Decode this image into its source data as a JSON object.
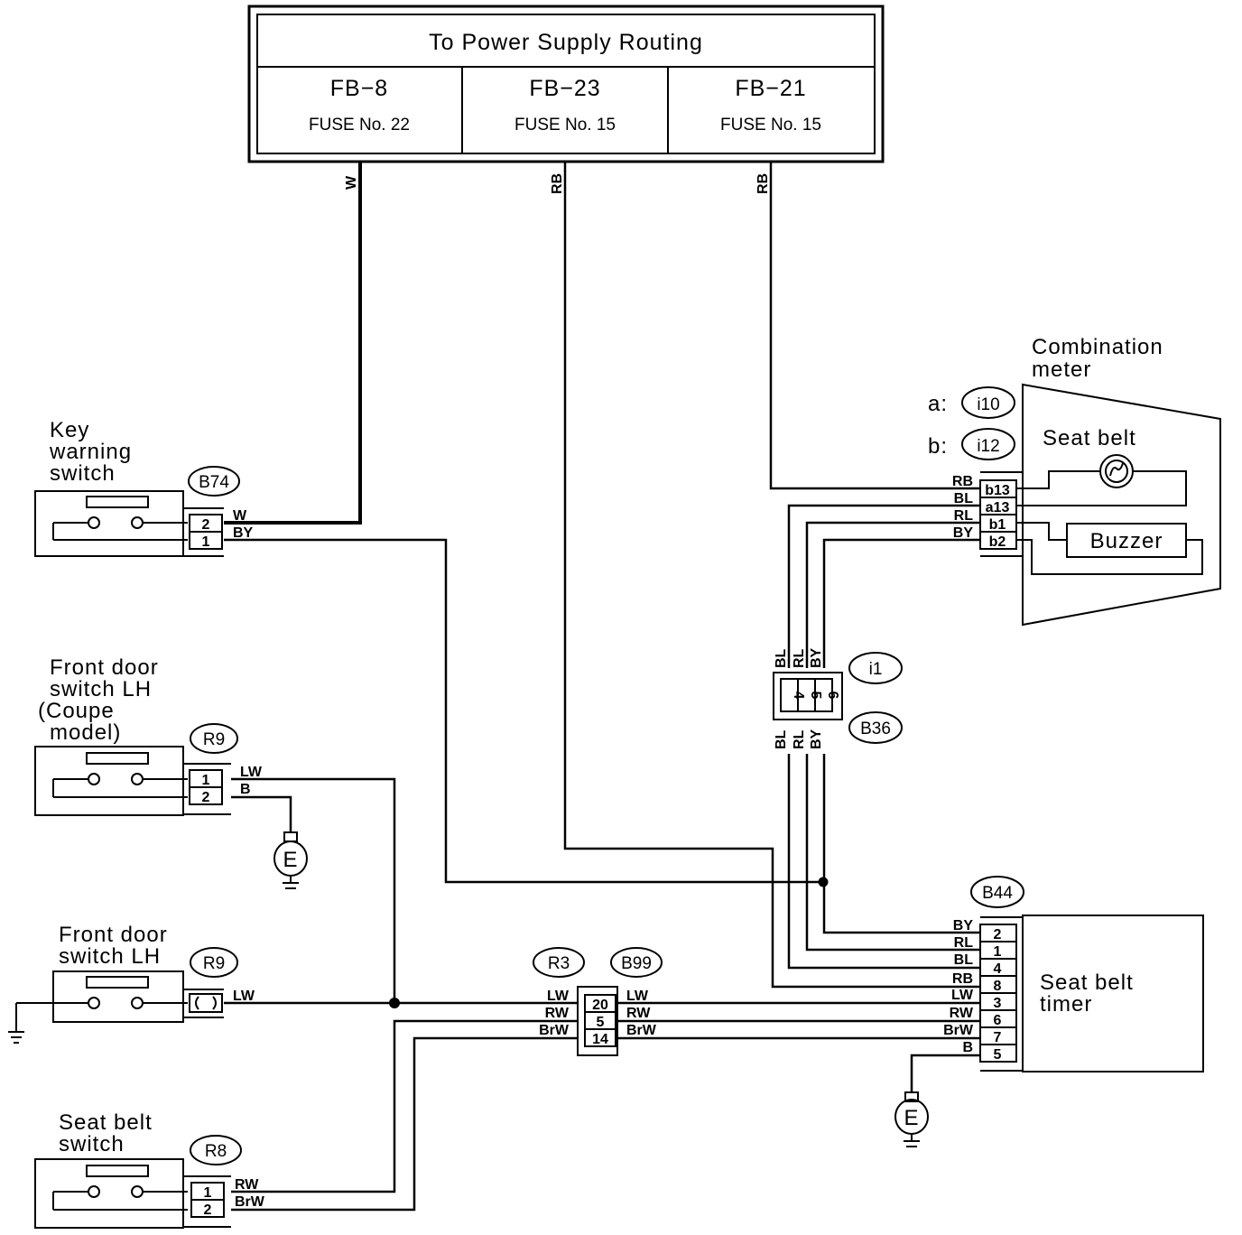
{
  "power_supply": {
    "title": "To Power Supply Routing",
    "fuses": [
      {
        "id": "FB−8",
        "fuse": "FUSE No. 22"
      },
      {
        "id": "FB−23",
        "fuse": "FUSE No. 15"
      },
      {
        "id": "FB−21",
        "fuse": "FUSE No. 15"
      }
    ]
  },
  "components": {
    "key_warning_switch": {
      "label_lines": [
        "Key",
        "warning",
        "switch"
      ],
      "connector": "B74",
      "pins": [
        "2",
        "1"
      ],
      "wires": [
        "W",
        "BY"
      ]
    },
    "front_door_coupe": {
      "label_lines": [
        "Front door",
        "switch LH",
        "(Coupe",
        "model)"
      ],
      "connector": "R9",
      "pins": [
        "1",
        "2"
      ],
      "wires": [
        "LW",
        "B"
      ]
    },
    "front_door": {
      "label_lines": [
        "Front door",
        "switch LH"
      ],
      "connector": "R9",
      "wires": [
        "LW"
      ]
    },
    "seat_belt_switch": {
      "label_lines": [
        "Seat belt",
        "switch"
      ],
      "connector": "R8",
      "pins": [
        "1",
        "2"
      ],
      "wires": [
        "RW",
        "BrW"
      ]
    },
    "combination_meter": {
      "label_lines": [
        "Combination",
        "meter"
      ],
      "conn_a_prefix": "a:",
      "conn_a": "i10",
      "conn_b_prefix": "b:",
      "conn_b": "i12",
      "seat_belt_label": "Seat belt",
      "buzzer_label": "Buzzer",
      "pins": [
        "b13",
        "a13",
        "b1",
        "b2"
      ],
      "wires": [
        "RB",
        "BL",
        "RL",
        "BY"
      ]
    },
    "mid_connector": {
      "top": "i1",
      "bottom": "B36",
      "pins": [
        "4",
        "5",
        "6"
      ],
      "wires": [
        "BL",
        "RL",
        "BY"
      ]
    },
    "r3_b99": {
      "left": "R3",
      "right": "B99",
      "pins": [
        "20",
        "5",
        "14"
      ],
      "wires_left": [
        "LW",
        "RW",
        "BrW"
      ],
      "wires_right": [
        "LW",
        "RW",
        "BrW"
      ]
    },
    "seat_belt_timer": {
      "label_lines": [
        "Seat belt",
        "timer"
      ],
      "connector": "B44",
      "pins": [
        "2",
        "1",
        "4",
        "8",
        "3",
        "6",
        "7",
        "5"
      ],
      "wires": [
        "BY",
        "RL",
        "BL",
        "RB",
        "LW",
        "RW",
        "BrW",
        "B"
      ]
    }
  },
  "feed_wires": [
    "W",
    "RB",
    "RB"
  ],
  "ground_label": "E"
}
